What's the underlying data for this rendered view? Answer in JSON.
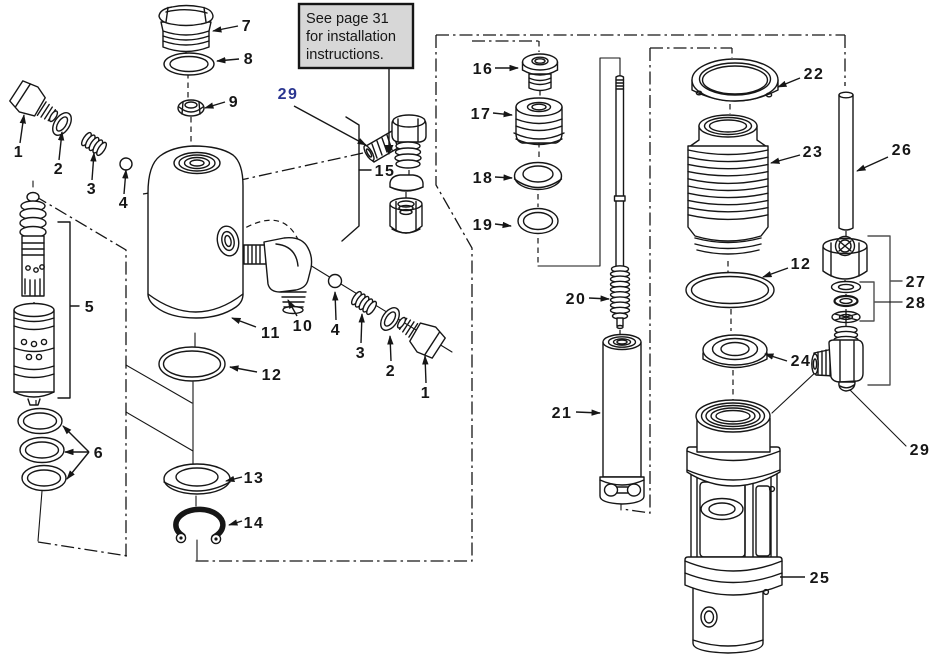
{
  "note": {
    "line1": "See page 31",
    "line2": "for installation",
    "line3": "instructions."
  },
  "callouts": {
    "c1a": "1",
    "c2a": "2",
    "c3a": "3",
    "c4a": "4",
    "c5": "5",
    "c6": "6",
    "c7": "7",
    "c8": "8",
    "c9": "9",
    "c10": "10",
    "c11": "11",
    "c12a": "12",
    "c13": "13",
    "c14": "14",
    "c15": "15",
    "c16": "16",
    "c17": "17",
    "c18": "18",
    "c19": "19",
    "c20": "20",
    "c21": "21",
    "c22": "22",
    "c23": "23",
    "c12b": "12",
    "c24": "24",
    "c25": "25",
    "c26": "26",
    "c27": "27",
    "c28": "28",
    "c29a": "29",
    "c29b": "29",
    "c4b": "4",
    "c3b": "3",
    "c2b": "2",
    "c1b": "1"
  },
  "colors": {
    "ink": "#161616",
    "note_background": "#d7d7d7",
    "link_blue": "#2a3590",
    "background": "#ffffff"
  }
}
